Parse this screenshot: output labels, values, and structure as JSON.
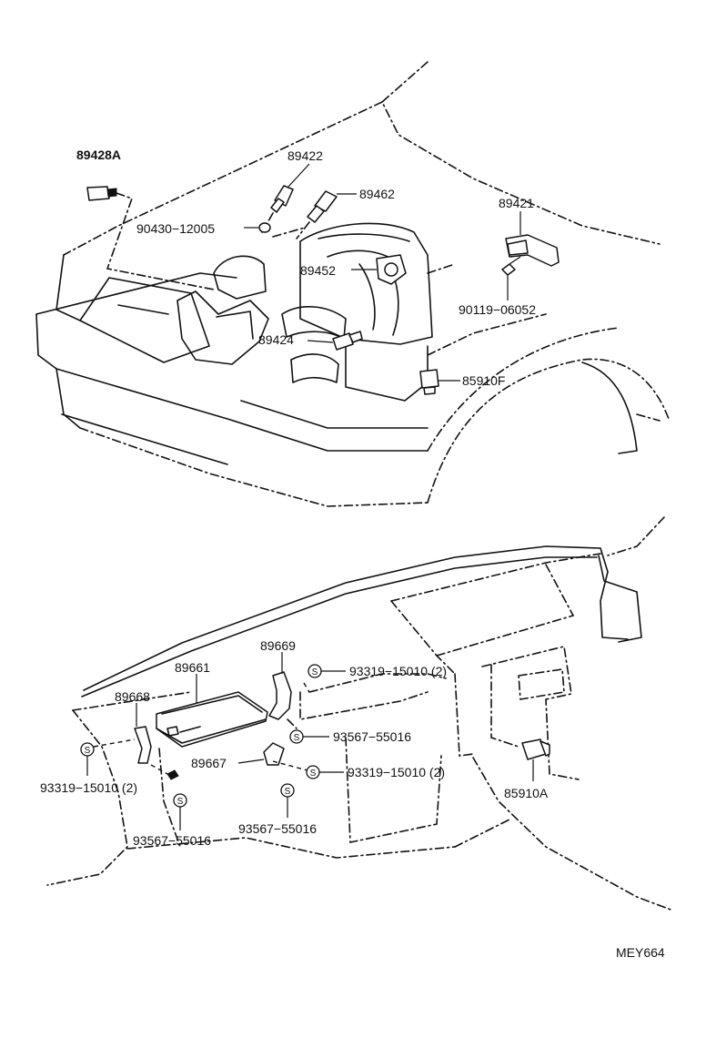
{
  "upper_diagram": {
    "labels": {
      "p89428A": "89428A",
      "p89422": "89422",
      "p89462": "89462",
      "p90430": "90430−12005",
      "p89452": "89452",
      "p89424": "89424",
      "p85910F": "85910F",
      "p89421": "89421",
      "p90119": "90119−06052"
    }
  },
  "lower_diagram": {
    "labels": {
      "p89669": "89669",
      "p89661": "89661",
      "p89668": "89668",
      "p89667": "89667",
      "p93319_a": "93319−15010 (2)",
      "p93567_a": "93567−55016",
      "p93319_b": "93319−15010 (2)",
      "p93319_c": "93319−15010 (2)",
      "p93567_b": "93567−55016",
      "p93567_c": "93567−55016",
      "p85910A": "85910A"
    },
    "symbol_letter": "S"
  },
  "drawing_code": "MEY664"
}
